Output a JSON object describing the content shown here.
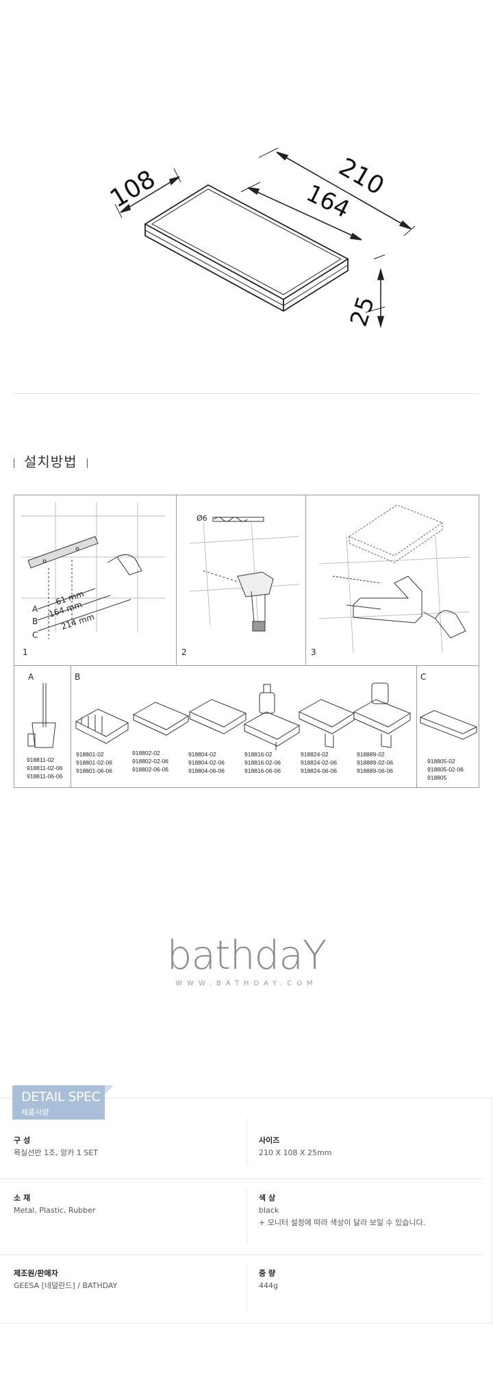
{
  "dimensions": {
    "d108": "108",
    "d210": "210",
    "d164": "164",
    "d25": "25"
  },
  "install_section": {
    "title": "설치방법",
    "steps": [
      {
        "num": "1",
        "labels": [
          "A",
          "B",
          "C"
        ],
        "measures": [
          "61 mm",
          "164 mm",
          "214 mm"
        ]
      },
      {
        "num": "2",
        "drill": "Ø6"
      },
      {
        "num": "3"
      }
    ],
    "groups": [
      {
        "letter": "A",
        "codes": [
          "918811-02",
          "918811-02-06",
          "918811-06-06"
        ]
      },
      {
        "letter": "B",
        "items": [
          {
            "codes": [
              "918801-02",
              "918801-02-06",
              "918801-06-06"
            ]
          },
          {
            "codes": [
              "918802-02",
              "918802-02-06",
              "918802-06-06"
            ]
          },
          {
            "codes": [
              "918804-02",
              "918804-02-06",
              "918804-06-06"
            ]
          },
          {
            "codes": [
              "918816-02",
              "918816-02-06",
              "918816-06-06"
            ]
          },
          {
            "codes": [
              "918824-02",
              "918824-02-06",
              "918824-06-06"
            ]
          },
          {
            "codes": [
              "918889-02",
              "918889-02-06",
              "918889-06-06"
            ]
          }
        ]
      },
      {
        "letter": "C",
        "codes": [
          "918805-02",
          "918805-02-06",
          "918805"
        ]
      }
    ]
  },
  "logo": {
    "brand": "bathdaY",
    "url": "WWW.BATHDAY.COM"
  },
  "spec": {
    "tab_title": "DETAIL SPEC",
    "tab_subtitle": "제품사양",
    "rows": [
      {
        "left": {
          "label": "구 성",
          "value": "욕실선반 1조, 앙카 1 SET"
        },
        "right": {
          "label": "사이즈",
          "value": "210 X 108 X 25mm"
        }
      },
      {
        "left": {
          "label": "소 재",
          "value": "Metal, Plastic, Rubber"
        },
        "right": {
          "label": "색 상",
          "value": "black",
          "note": "+ 모니터 설정에 따라 색상이 달라 보일 수 있습니다."
        }
      },
      {
        "left": {
          "label": "제조원/판매자",
          "value": "GEESA [네덜란드] / BATHDAY"
        },
        "right": {
          "label": "중 량",
          "value": "444g"
        }
      }
    ]
  }
}
